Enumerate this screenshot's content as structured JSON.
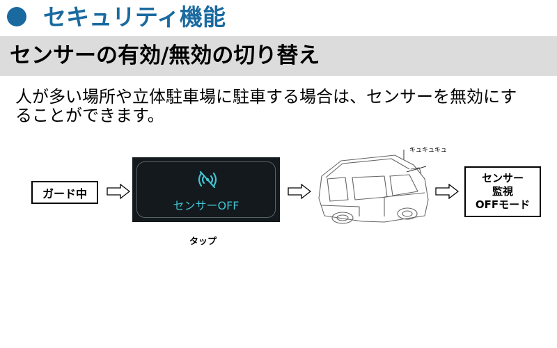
{
  "header": {
    "section_title": "セキュリティ機能",
    "accent_color": "#1a6aa0"
  },
  "title": "センサーの有効/無効の切り替え",
  "body_text": "人が多い場所や立体駐車場に駐車する場合は、センサーを無効にすることができます。",
  "flow": {
    "start_box": "ガード中",
    "screen": {
      "icon": "sensor-off-icon",
      "label": "センサーOFF",
      "label_color": "#43c3d3"
    },
    "tap_label": "タップ",
    "chirp_label": "キュキュキュ",
    "result_box": [
      "センサー",
      "監視",
      "OFFモード"
    ]
  }
}
